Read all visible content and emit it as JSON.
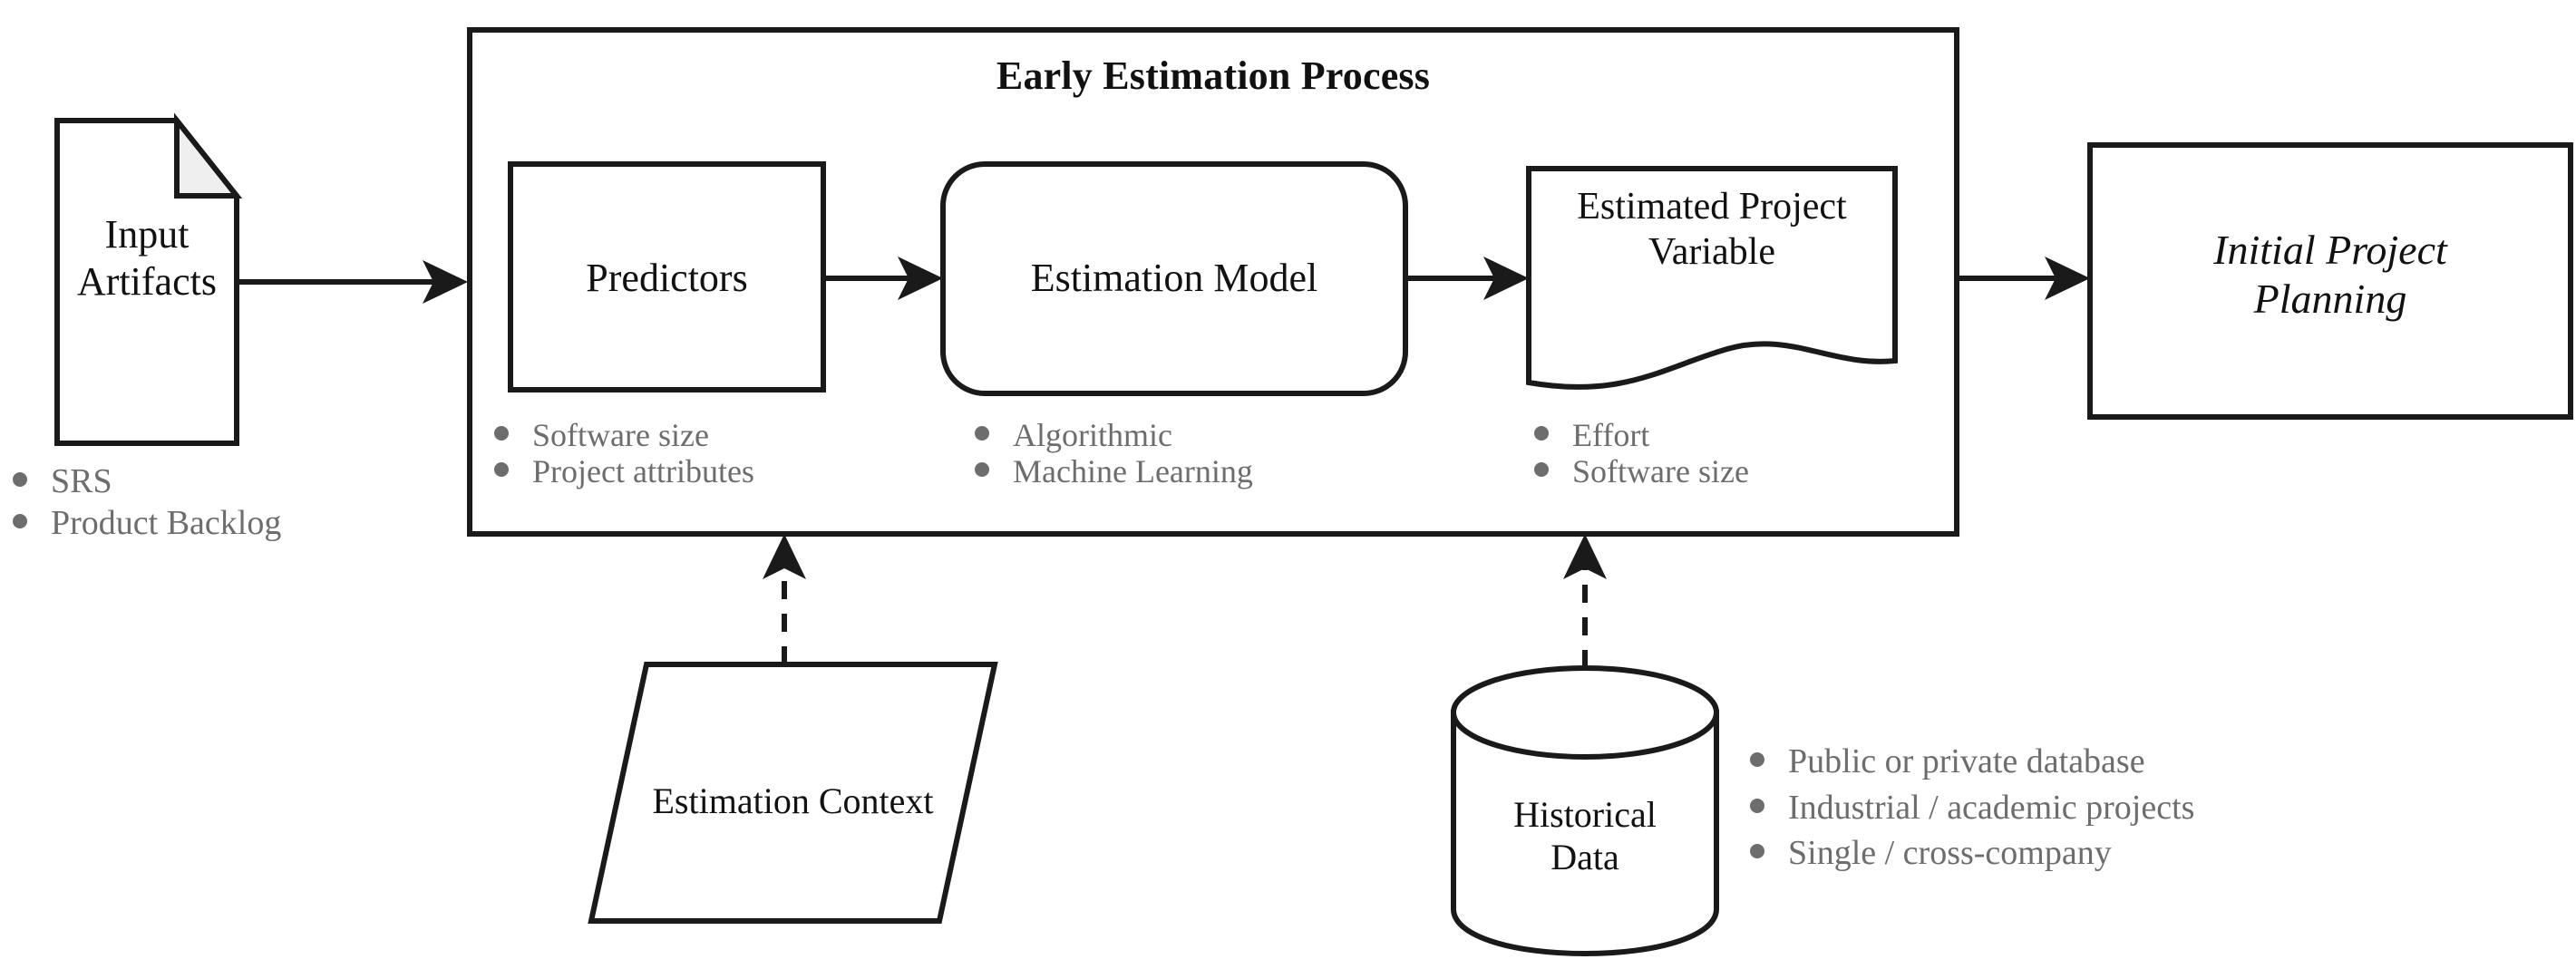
{
  "diagram": {
    "title": "Early Estimation Process",
    "colors": {
      "stroke": "#1a1a1a",
      "bullet_text": "#6d6d6d",
      "node_text": "#111111",
      "fold_fill": "#efefef",
      "background": "#ffffff"
    },
    "nodes": {
      "input_artifacts": {
        "label": "Input\nArtifacts",
        "shape": "document-folded-corner"
      },
      "predictors": {
        "label": "Predictors",
        "shape": "rectangle"
      },
      "estimation_model": {
        "label": "Estimation Model",
        "shape": "rounded-rectangle"
      },
      "estimated_project_variable": {
        "label": "Estimated Project\nVariable",
        "shape": "wavy-bottom-document"
      },
      "initial_project_planning": {
        "label": "Initial Project\nPlanning",
        "shape": "rectangle",
        "style": "italic"
      },
      "estimation_context": {
        "label": "Estimation Context",
        "shape": "parallelogram"
      },
      "historical_data": {
        "label": "Historical\nData",
        "shape": "cylinder"
      }
    },
    "bullet_lists": {
      "input_artifacts": [
        "SRS",
        "Product Backlog"
      ],
      "predictors": [
        "Software size",
        "Project attributes"
      ],
      "estimation_model": [
        "Algorithmic",
        "Machine Learning"
      ],
      "estimated_project_variable": [
        "Effort",
        "Software size"
      ],
      "historical_data": [
        "Public or private database",
        "Industrial / academic projects",
        "Single / cross-company"
      ]
    },
    "connectors": [
      {
        "name": "input-to-process",
        "from": "input_artifacts",
        "to": "predictors",
        "style": "solid",
        "direction": "right"
      },
      {
        "name": "predictors-to-model",
        "from": "predictors",
        "to": "estimation_model",
        "style": "solid",
        "direction": "right"
      },
      {
        "name": "model-to-variable",
        "from": "estimation_model",
        "to": "estimated_project_variable",
        "style": "solid",
        "direction": "right"
      },
      {
        "name": "process-to-planning",
        "from": "estimated_project_variable",
        "to": "initial_project_planning",
        "style": "solid",
        "direction": "right"
      },
      {
        "name": "context-to-process",
        "from": "estimation_context",
        "to": "process",
        "style": "dashed",
        "direction": "up"
      },
      {
        "name": "historical-to-process",
        "from": "historical_data",
        "to": "process",
        "style": "dashed",
        "direction": "up"
      }
    ]
  }
}
